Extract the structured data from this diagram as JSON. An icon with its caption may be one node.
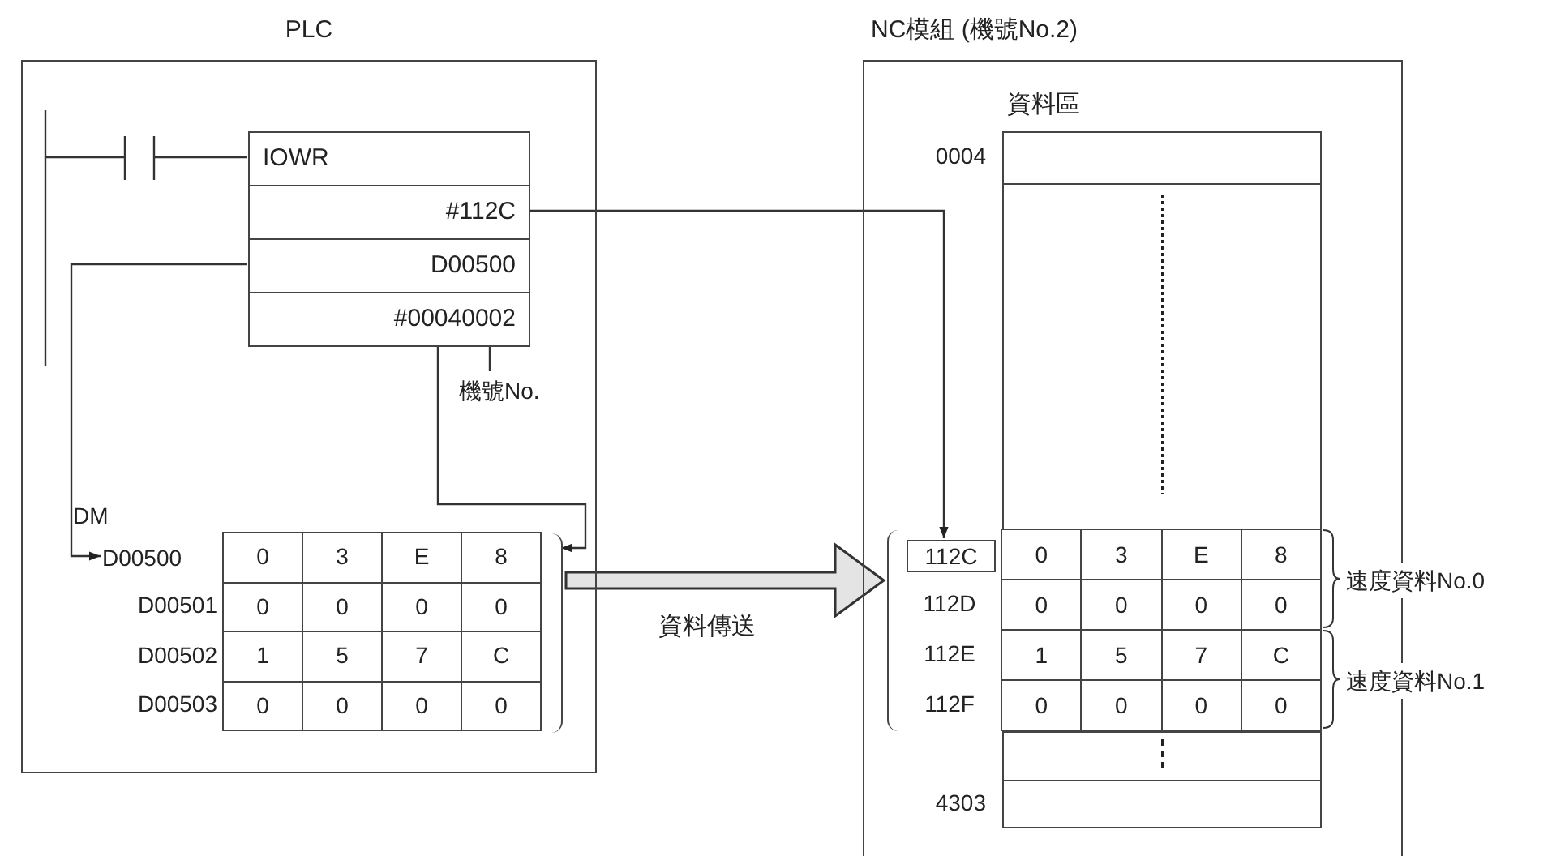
{
  "diagram": {
    "nodes": [
      {
        "text": [
          "PLC"
        ]
      },
      {
        "text": [
          "IOWR"
        ],
        "in": 0
      },
      {
        "text": [
          "#112C"
        ],
        "in": 0
      },
      {
        "text": [
          "D00500"
        ],
        "in": 0
      },
      {
        "text": [
          "#00040002"
        ],
        "in": 0
      },
      {
        "text": [
          "機號No."
        ],
        "in": 0
      },
      {
        "text": [
          "D00500"
        ],
        "in": 0
      },
      {
        "text": [],
        "shape": "bracket",
        "in": 0
      },
      {
        "text": [
          "NC模組 (機號No.2)"
        ]
      },
      {
        "text": [
          "資料區"
        ],
        "in": 8
      },
      {
        "text": [
          "112C"
        ],
        "in": 8
      },
      {
        "text": [],
        "shape": "bracket",
        "in": 8
      }
    ],
    "edges": [
      {
        "from": 2,
        "to": 10,
        "arrow": "to"
      },
      {
        "from": 3,
        "to": 6,
        "arrow": "to"
      },
      {
        "from": 4,
        "to": 7,
        "arrow": "to"
      },
      {
        "from": 5,
        "to": 4,
        "arrow": "none"
      },
      {
        "from": 7,
        "to": 11,
        "arrow": "to",
        "label": "資料傳送",
        "style": "thick"
      }
    ],
    "labels": [
      "DM",
      "D00501",
      "D00502",
      "D00503",
      "0",
      "3",
      "E",
      "8",
      "0",
      "0",
      "0",
      "0",
      "1",
      "5",
      "7",
      "C",
      "0",
      "0",
      "0",
      "0",
      "0004",
      "112D",
      "112E",
      "112F",
      "4303",
      "0",
      "3",
      "E",
      "8",
      "0",
      "0",
      "0",
      "0",
      "1",
      "5",
      "7",
      "C",
      "0",
      "0",
      "0",
      "0",
      "速度資料No.0",
      "速度資料No.1"
    ]
  }
}
